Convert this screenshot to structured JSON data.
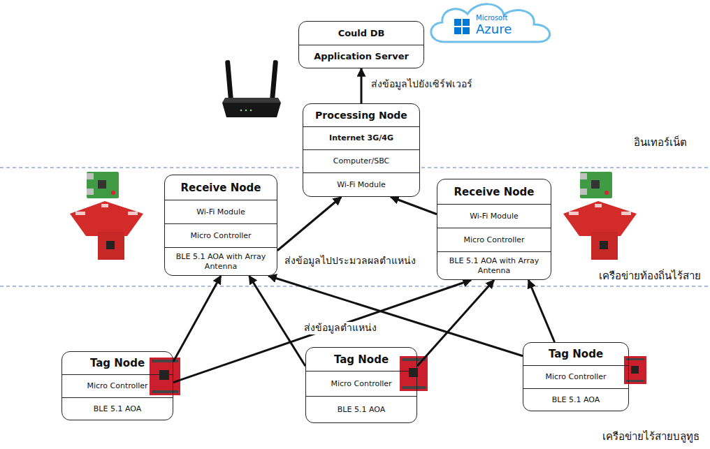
{
  "diagram": {
    "nodes": [
      {
        "text": [
          "Could DB",
          "Application Server"
        ]
      },
      {
        "text": [
          "Processing Node",
          "Internet 3G/4G",
          "Computer/SBC",
          "Wi-Fi Module"
        ]
      },
      {
        "text": [
          "Receive Node",
          "Wi-Fi Module",
          "Micro Controller",
          "BLE 5.1 AOA with Array Antenna"
        ]
      },
      {
        "text": [
          "Receive Node",
          "Wi-Fi Module",
          "Micro Controller",
          "BLE 5.1 AOA with Array Antenna"
        ]
      },
      {
        "text": [
          "Tag Node",
          "Micro Controller",
          "BLE 5.1 AOA"
        ]
      },
      {
        "text": [
          "Tag Node",
          "Micro Controller",
          "BLE 5.1 AOA"
        ]
      },
      {
        "text": [
          "Tag Node",
          "Micro Controller",
          "BLE 5.1 AOA"
        ]
      }
    ],
    "edges": [
      {
        "from": 1,
        "to": 0,
        "arrow": "to",
        "label": "ส่งข้อมูลไปยังเซิร์ฟเวอร์"
      },
      {
        "from": 2,
        "to": 1,
        "arrow": "to",
        "label": "ส่งข้อมูลไปประมวลผลตำแหน่ง"
      },
      {
        "from": 3,
        "to": 1,
        "arrow": "to"
      },
      {
        "from": 4,
        "to": 2,
        "arrow": "to"
      },
      {
        "from": 4,
        "to": 3,
        "arrow": "to"
      },
      {
        "from": 5,
        "to": 2,
        "arrow": "to"
      },
      {
        "from": 5,
        "to": 3,
        "arrow": "to"
      },
      {
        "from": 6,
        "to": 2,
        "arrow": "to"
      },
      {
        "from": 6,
        "to": 3,
        "arrow": "to"
      }
    ],
    "labels": [
      "Microsoft",
      "Azure",
      "อินเทอร์เน็ต",
      "เครือข่ายท้องถิ่นไร้สาย",
      "ส่งข้อมูลตำแหน่ง",
      "เครือข่ายไร้สายบลูทูธ"
    ]
  }
}
